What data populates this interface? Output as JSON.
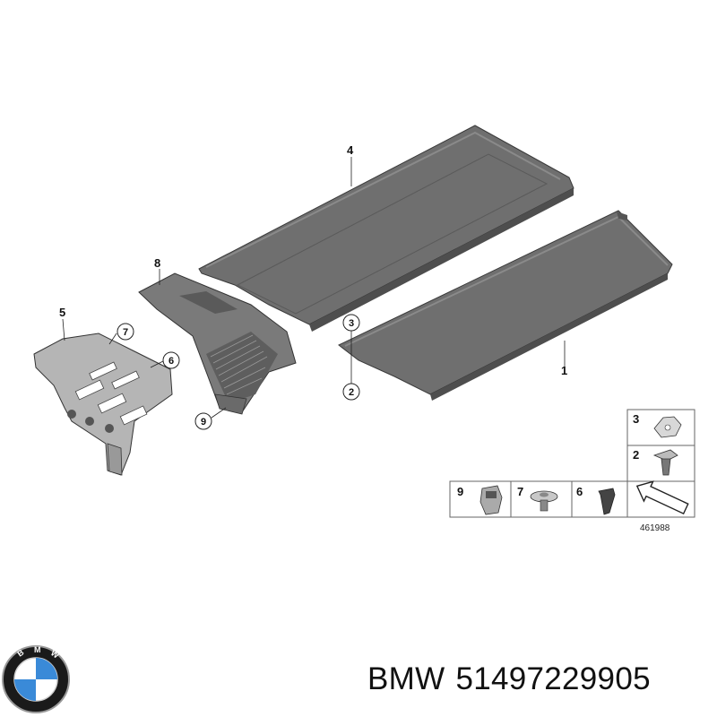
{
  "diagram": {
    "callouts": {
      "part_1": "1",
      "part_2": "2",
      "part_3": "3",
      "part_4": "4",
      "part_5": "5",
      "part_6": "6",
      "part_7": "7",
      "part_8": "8",
      "part_9": "9"
    },
    "legend": {
      "item_3": "3",
      "item_2": "2",
      "item_9": "9",
      "item_7": "7",
      "item_6": "6"
    },
    "drawing_number": "461988"
  },
  "footer": {
    "brand": "BMW",
    "part_number": "51497229905"
  },
  "logo": {
    "lettering": "BMW",
    "colors": {
      "blue": "#3a8ad8",
      "white": "#ffffff",
      "ring": "#1a1a1a",
      "chrome": "#9a9a9a"
    }
  },
  "colors": {
    "part_fill": "#6f6f6f",
    "part_light": "#8a8a8a",
    "part_dark": "#4e4e4e",
    "outline": "#333333"
  }
}
